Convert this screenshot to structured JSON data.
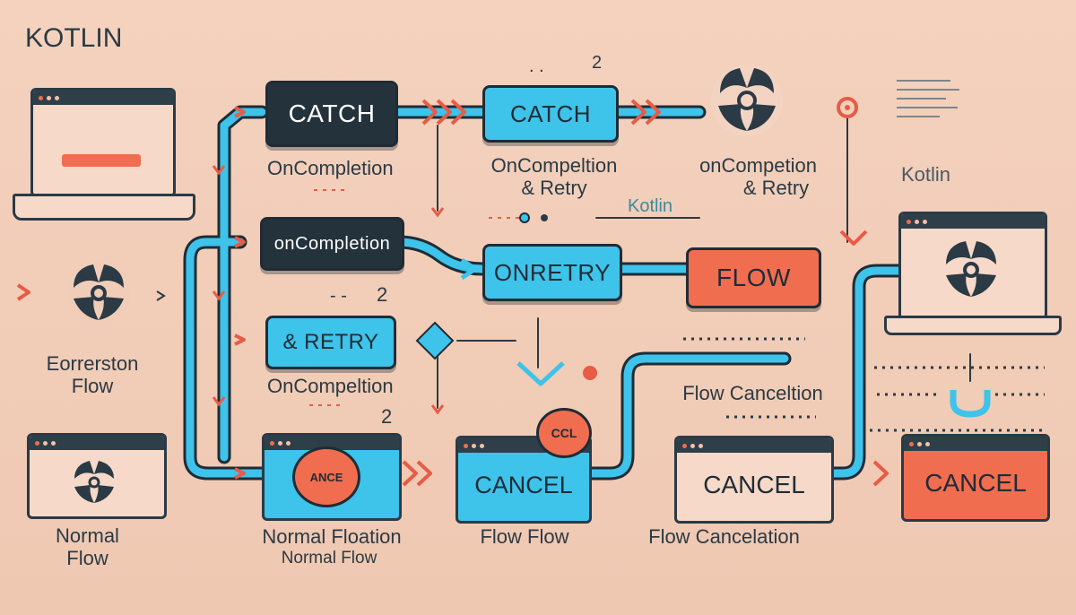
{
  "title": "KOTLIN",
  "side_label": "Kotlin",
  "mid_label": "Kotlin",
  "nodes": {
    "catch_dark": "CATCH",
    "catch_blue": "CATCH",
    "oncompletion_dark": "onCompletion",
    "onretry": "ONRETRY",
    "flow_red": "FLOW",
    "retry_blue": "& RETRY",
    "cancel_1": "CANCEL",
    "cancel_2": "CANCEL",
    "cancel_3": "CANCEL",
    "badge_ance": "ANCE",
    "badge_ccl": "CCL"
  },
  "labels": {
    "oncompletion_1": "OnCompletion",
    "oncompeltion_retry_line1": "OnCompeltion",
    "oncompeltion_retry_line2": "& Retry",
    "oncompetion_retry_line1": "onCompetion",
    "oncompetion_retry_line2": "& Retry",
    "oncompeltion_2": "OnCompeltion",
    "eorrerston_line1": "Eorrerston",
    "eorrerston_line2": "Flow",
    "normal_line1": "Normal",
    "normal_line2": "Flow",
    "normal_floation": "Normal Floation",
    "normal_flow_small": "Normal Flow",
    "flow_flow": "Flow Flow",
    "flow_cancelation": "Flow Cancelation",
    "flow_canceltion": "Flow Canceltion",
    "num_1": "2",
    "num_2": "2",
    "num_3": "2",
    "dash_1": "- -"
  },
  "colors": {
    "background": "#f2cdb8",
    "pipe": "#3ec3ea",
    "dark": "#24323b",
    "accent_red": "#f06d4f",
    "accent_blue": "#3ec3ea"
  },
  "icons": [
    "laptop-icon",
    "biohazard-icon",
    "window-icon",
    "arrow-right-icon",
    "heart-chevron-icon",
    "target-icon",
    "diamond-icon",
    "u-magnet-icon"
  ]
}
